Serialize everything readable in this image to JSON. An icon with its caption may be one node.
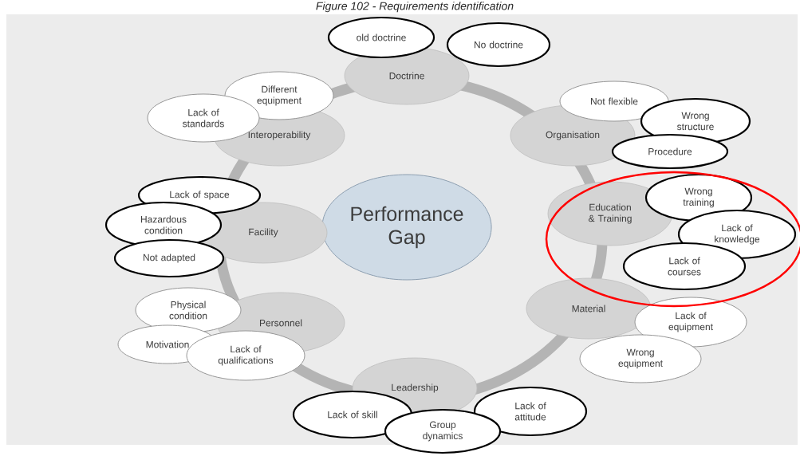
{
  "diagram": {
    "title": "Figure 102 - Requirements identification",
    "nodes": [
      {
        "text": [
          "Performance Gap"
        ]
      },
      {
        "text": [
          "Doctrine"
        ]
      },
      {
        "text": [
          "old doctrine"
        ]
      },
      {
        "text": [
          "No doctrine"
        ]
      },
      {
        "text": [
          "Organisation"
        ]
      },
      {
        "text": [
          "Not flexible"
        ]
      },
      {
        "text": [
          "Wrong structure"
        ]
      },
      {
        "text": [
          "Procedure"
        ]
      },
      {
        "text": [
          "Education & Training"
        ]
      },
      {
        "text": [
          "Wrong training"
        ]
      },
      {
        "text": [
          "Lack of knowledge"
        ]
      },
      {
        "text": [
          "Lack of courses"
        ]
      },
      {
        "text": [
          "Material"
        ]
      },
      {
        "text": [
          "Lack of equipment"
        ]
      },
      {
        "text": [
          "Wrong equipment"
        ]
      },
      {
        "text": [
          "Leadership"
        ]
      },
      {
        "text": [
          "Lack of skill"
        ]
      },
      {
        "text": [
          "Lack of attitude"
        ]
      },
      {
        "text": [
          "Group dynamics"
        ]
      },
      {
        "text": [
          "Personnel"
        ]
      },
      {
        "text": [
          "Physical condition"
        ]
      },
      {
        "text": [
          "Motivation"
        ]
      },
      {
        "text": [
          "Lack of qualifications"
        ]
      },
      {
        "text": [
          "Facility"
        ]
      },
      {
        "text": [
          "Lack of space"
        ]
      },
      {
        "text": [
          "Hazardous condition"
        ]
      },
      {
        "text": [
          "Not adapted"
        ]
      },
      {
        "text": [
          "Interoperability"
        ]
      },
      {
        "text": [
          "Different equipment"
        ]
      },
      {
        "text": [
          "Lack of standards"
        ]
      }
    ]
  }
}
